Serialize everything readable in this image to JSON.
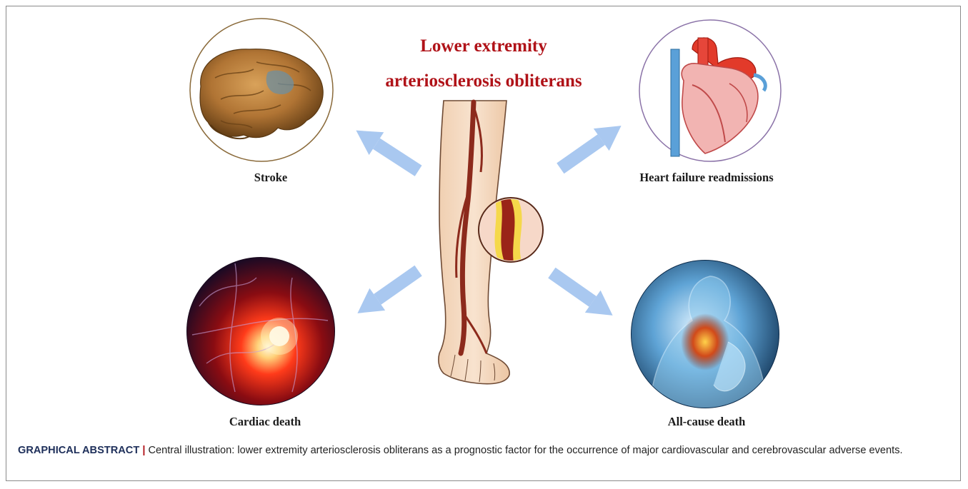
{
  "title": {
    "line1": "Lower extremity",
    "line2": "arteriosclerosis obliterans"
  },
  "outcomes": {
    "stroke": "Stroke",
    "heart_failure": "Heart failure readmissions",
    "cardiac_death": "Cardiac death",
    "all_cause_death": "All-cause death"
  },
  "caption": {
    "heading": "GRAPHICAL ABSTRACT",
    "separator": "|",
    "text": " Central illustration: lower extremity arteriosclerosis obliterans as a prognostic factor for the occurrence of major cardiovascular and cerebrovascular adverse events."
  },
  "colors": {
    "title": "#b01218",
    "arrow": "#a9c8f0",
    "leg_skin": "#f5dcc4",
    "artery": "#8c2a1c",
    "caption_heading": "#1e2f5a"
  },
  "icons": {
    "stroke": "brain-icon",
    "heart_failure": "heart-icon",
    "cardiac_death": "glowing-heart-icon",
    "all_cause_death": "body-chest-icon",
    "center": "artery-plaque-icon"
  }
}
